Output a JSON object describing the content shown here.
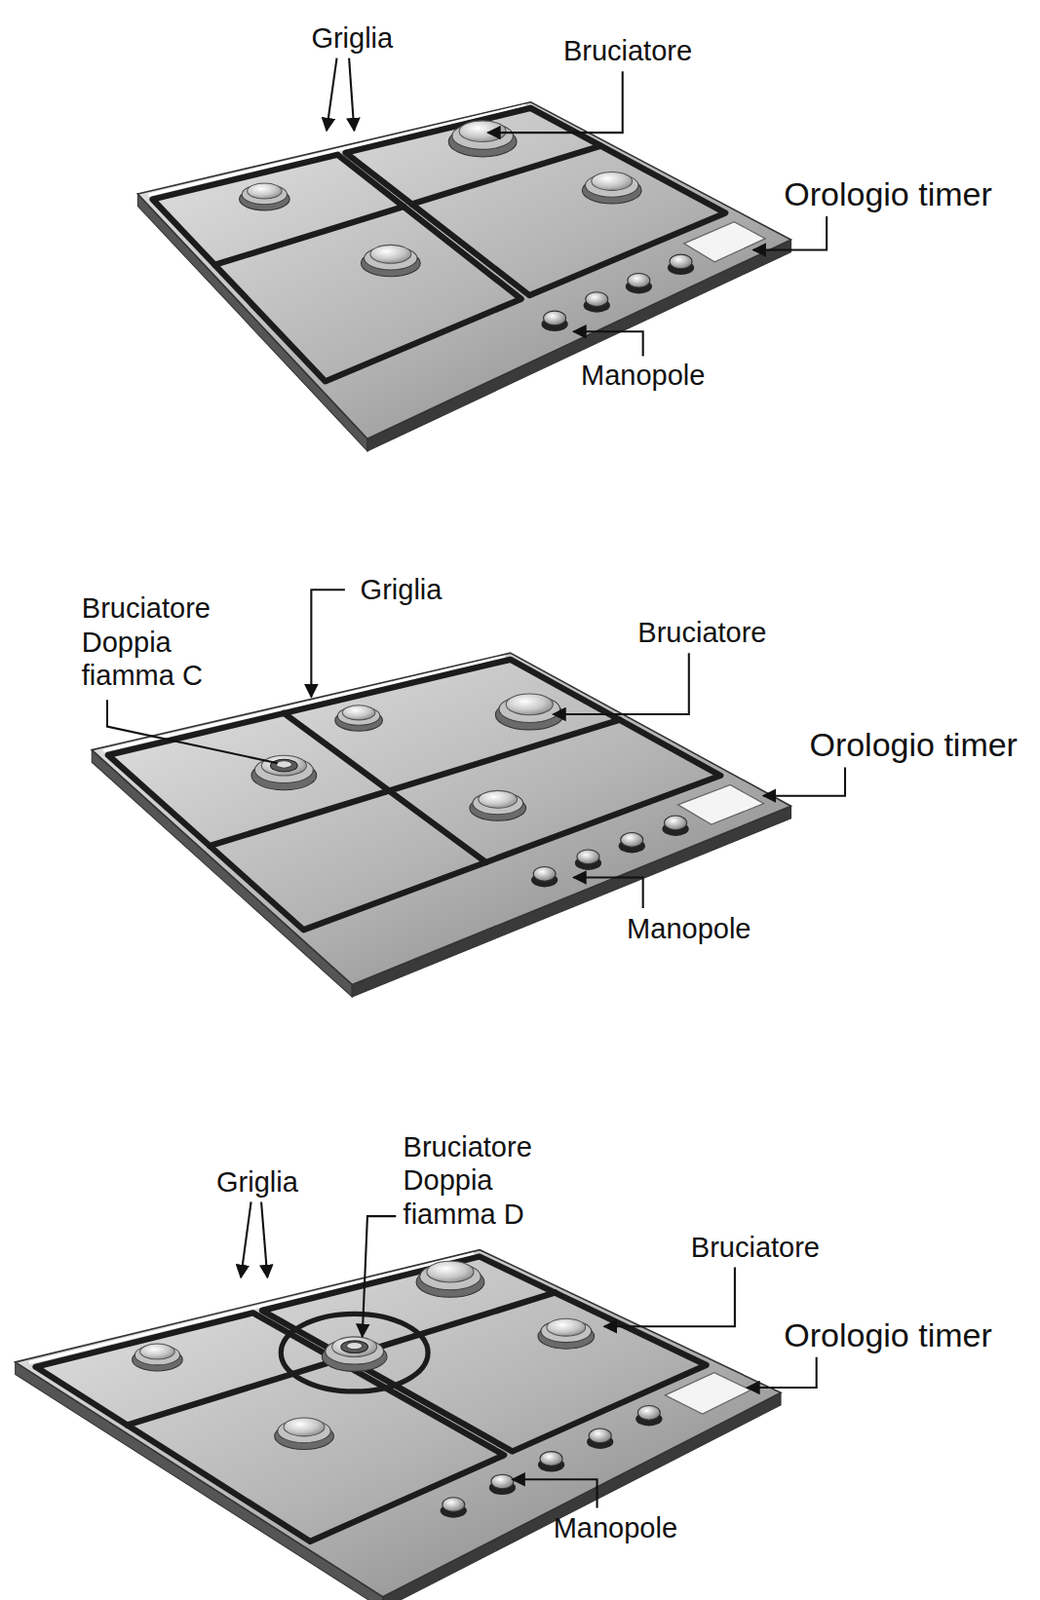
{
  "diagram": {
    "labels": [
      "Griglia",
      "Bruciatore",
      "Orologio timer",
      "Manopole",
      "Bruciatore Doppia fiamma C",
      "Griglia",
      "Bruciatore",
      "Orologio timer",
      "Manopole",
      "Griglia",
      "Bruciatore Doppia fiamma D",
      "Bruciatore",
      "Orologio timer",
      "Manopole"
    ]
  }
}
